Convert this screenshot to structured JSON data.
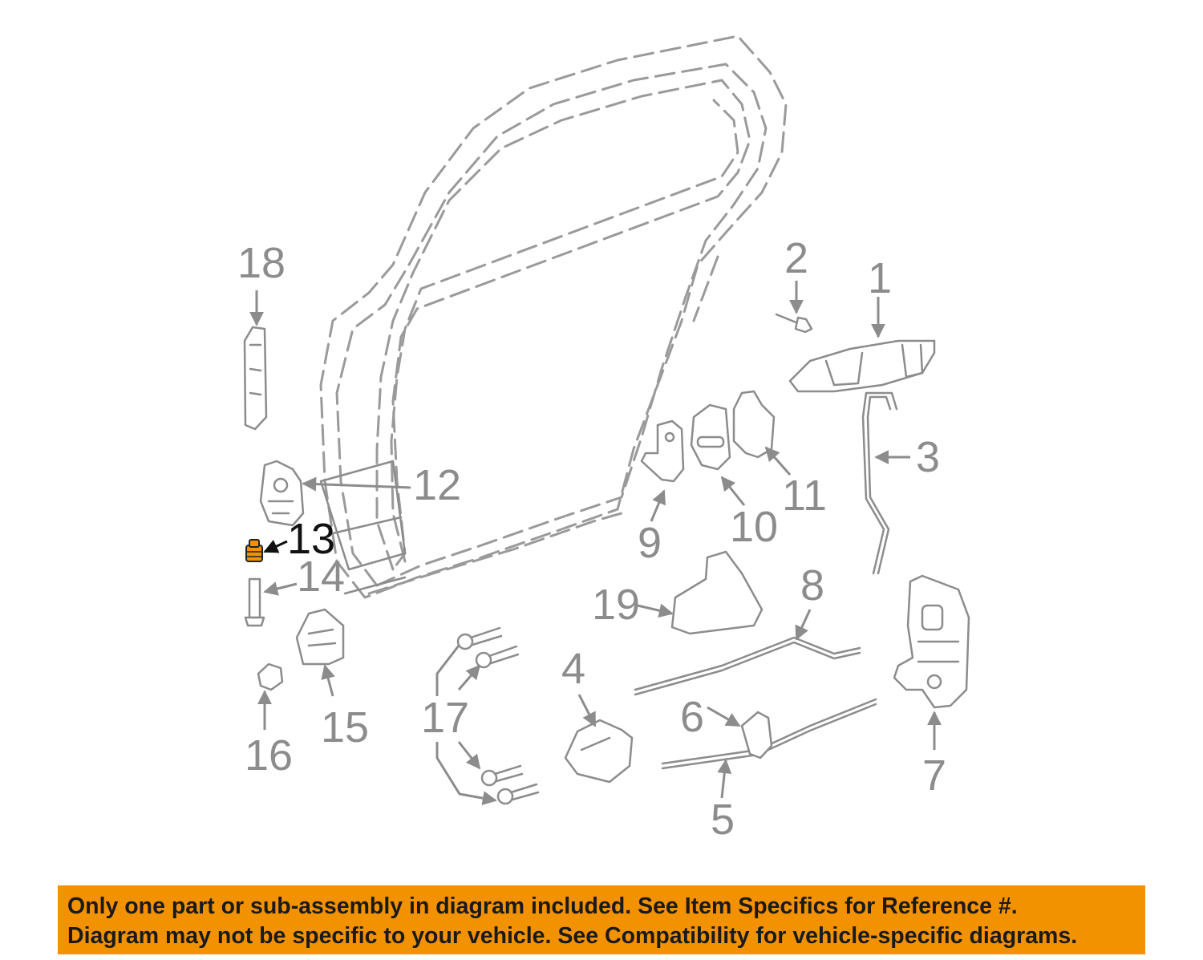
{
  "diagram": {
    "callouts": [
      "1",
      "2",
      "3",
      "4",
      "5",
      "6",
      "7",
      "8",
      "9",
      "10",
      "11",
      "12",
      "13",
      "14",
      "15",
      "16",
      "17",
      "18",
      "19"
    ],
    "highlighted_callout": "13",
    "highlight_color": "#f39200"
  },
  "notice": {
    "line1": "Only one part or sub-assembly in diagram included. See Item Specifics for Reference #.",
    "line2": "Diagram may not be specific to your vehicle. See Compatibility for vehicle-specific diagrams.",
    "background_color": "#f39200"
  }
}
